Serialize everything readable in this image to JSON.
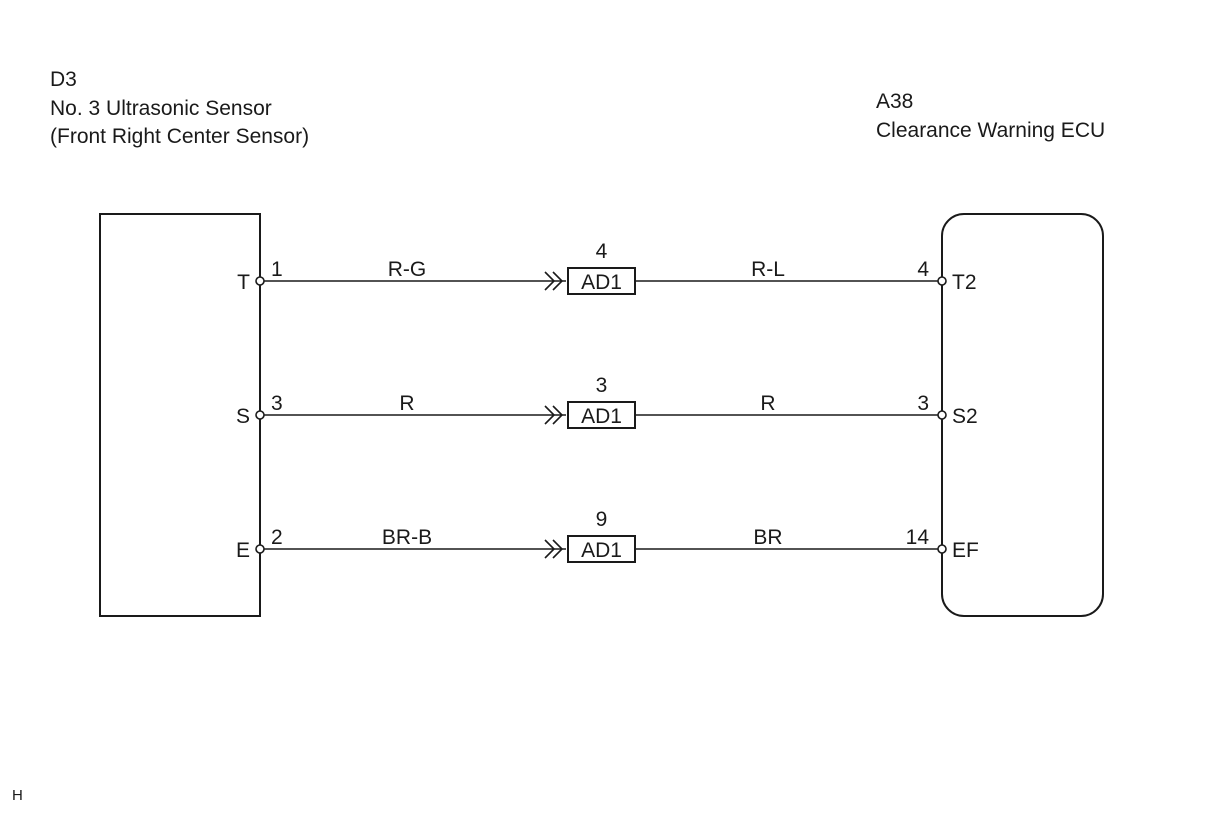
{
  "left_component": {
    "code": "D3",
    "name": "No. 3 Ultrasonic Sensor",
    "subtitle": "(Front Right Center Sensor)"
  },
  "right_component": {
    "code": "A38",
    "name": "Clearance Warning ECU"
  },
  "footer": {
    "code": "H"
  },
  "circuits": [
    {
      "left_terminal": "T",
      "left_pin": "1",
      "left_wire": "R-G",
      "connector": "AD1",
      "connector_pin": "4",
      "right_wire": "R-L",
      "right_pin": "4",
      "right_terminal": "T2"
    },
    {
      "left_terminal": "S",
      "left_pin": "3",
      "left_wire": "R",
      "connector": "AD1",
      "connector_pin": "3",
      "right_wire": "R",
      "right_pin": "3",
      "right_terminal": "S2"
    },
    {
      "left_terminal": "E",
      "left_pin": "2",
      "left_wire": "BR-B",
      "connector": "AD1",
      "connector_pin": "9",
      "right_wire": "BR",
      "right_pin": "14",
      "right_terminal": "EF"
    }
  ]
}
